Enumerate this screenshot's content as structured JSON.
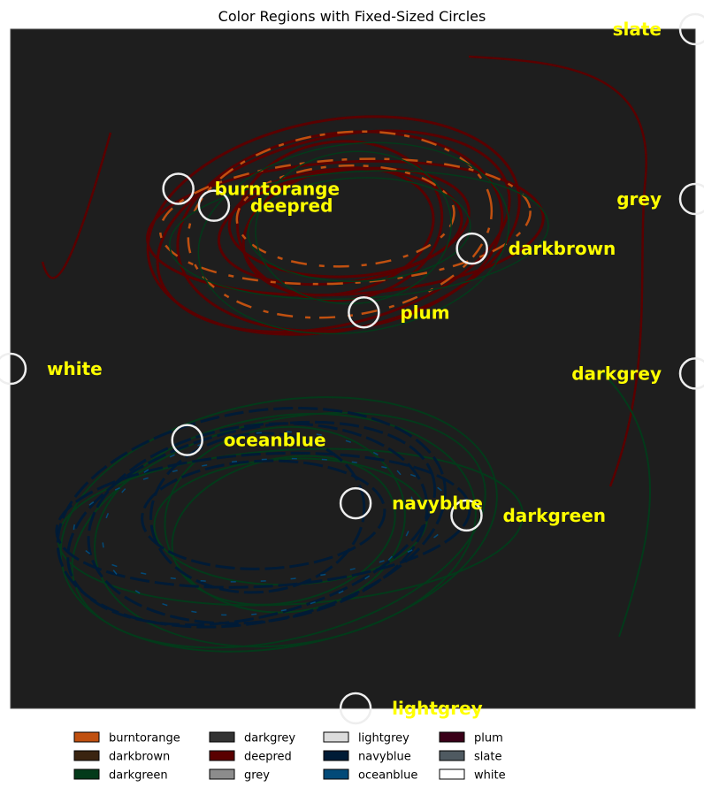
{
  "chart_data": {
    "type": "scatter",
    "title": "Color Regions with Fixed-Sized Circles",
    "xlim": [
      0,
      100
    ],
    "ylim": [
      0,
      100
    ],
    "grid": false,
    "background": "#1e1e1e",
    "legend_placement": "bottom-center",
    "legend": [
      {
        "label": "burntorange",
        "color": "#c05010"
      },
      {
        "label": "darkbrown",
        "color": "#3a2410"
      },
      {
        "label": "darkgreen",
        "color": "#033a1a"
      },
      {
        "label": "darkgrey",
        "color": "#333333"
      },
      {
        "label": "deepred",
        "color": "#5a0000"
      },
      {
        "label": "grey",
        "color": "#8c8c8c"
      },
      {
        "label": "lightgrey",
        "color": "#dcdcdc"
      },
      {
        "label": "navyblue",
        "color": "#001b36"
      },
      {
        "label": "oceanblue",
        "color": "#034a78"
      },
      {
        "label": "plum",
        "color": "#3a0018"
      },
      {
        "label": "slate",
        "color": "#4f5a61"
      },
      {
        "label": "white",
        "color": "#ffffff"
      }
    ],
    "circles": [
      {
        "label": "slate",
        "x": 100,
        "y": 100
      },
      {
        "label": "burntorange",
        "x": 24.5,
        "y": 76.5
      },
      {
        "label": "deepred",
        "x": 29.7,
        "y": 74
      },
      {
        "label": "grey",
        "x": 100,
        "y": 75
      },
      {
        "label": "darkbrown",
        "x": 67.4,
        "y": 67.7
      },
      {
        "label": "plum",
        "x": 51.6,
        "y": 58.3
      },
      {
        "label": "white",
        "x": 0,
        "y": 50
      },
      {
        "label": "darkgrey",
        "x": 100,
        "y": 49.3
      },
      {
        "label": "oceanblue",
        "x": 25.8,
        "y": 39.5
      },
      {
        "label": "navyblue",
        "x": 50.4,
        "y": 30.2
      },
      {
        "label": "darkgreen",
        "x": 66.6,
        "y": 28.4
      },
      {
        "label": "lightgrey",
        "x": 50.4,
        "y": 0
      }
    ]
  }
}
